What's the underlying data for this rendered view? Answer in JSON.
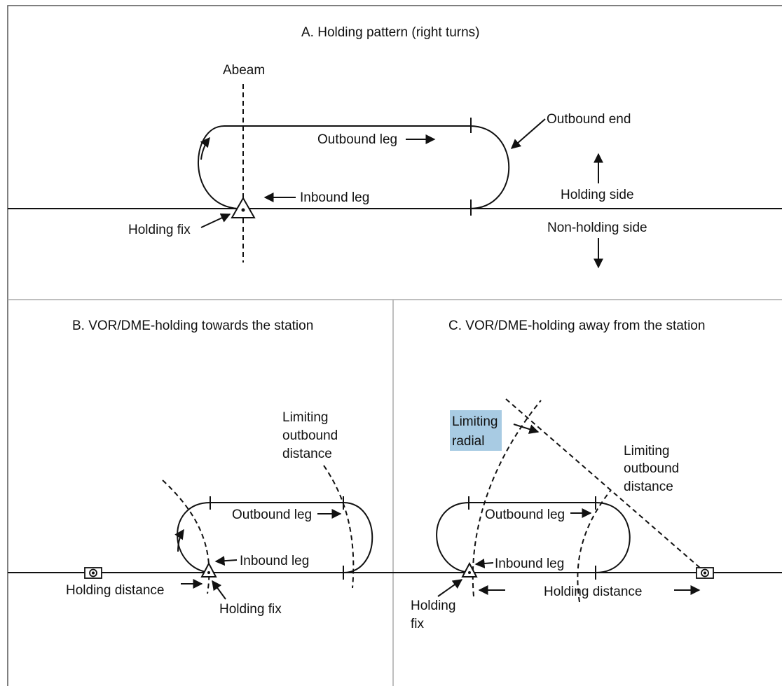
{
  "panel_a": {
    "title": "A. Holding pattern (right turns)",
    "abeam": "Abeam",
    "outbound_end": "Outbound end",
    "outbound_leg": "Outbound leg",
    "inbound_leg": "Inbound leg",
    "holding_side": "Holding side",
    "holding_fix": "Holding fix",
    "non_holding_side": "Non-holding side"
  },
  "panel_b": {
    "title": "B. VOR/DME-holding towards the station",
    "limiting_outbound_distance": [
      "Limiting",
      "outbound",
      "distance"
    ],
    "outbound_leg": "Outbound leg",
    "inbound_leg": "Inbound leg",
    "holding_distance": "Holding distance",
    "holding_fix": "Holding fix"
  },
  "panel_c": {
    "title": "C. VOR/DME-holding away from the station",
    "limiting_radial": [
      "Limiting",
      "radial"
    ],
    "limiting_outbound_distance": [
      "Limiting",
      "outbound",
      "distance"
    ],
    "outbound_leg": "Outbound leg",
    "inbound_leg": "Inbound leg",
    "holding_fix": [
      "Holding",
      "fix"
    ],
    "holding_distance": "Holding distance"
  },
  "colors": {
    "highlight": "#a8cbe3",
    "line": "#111111"
  }
}
